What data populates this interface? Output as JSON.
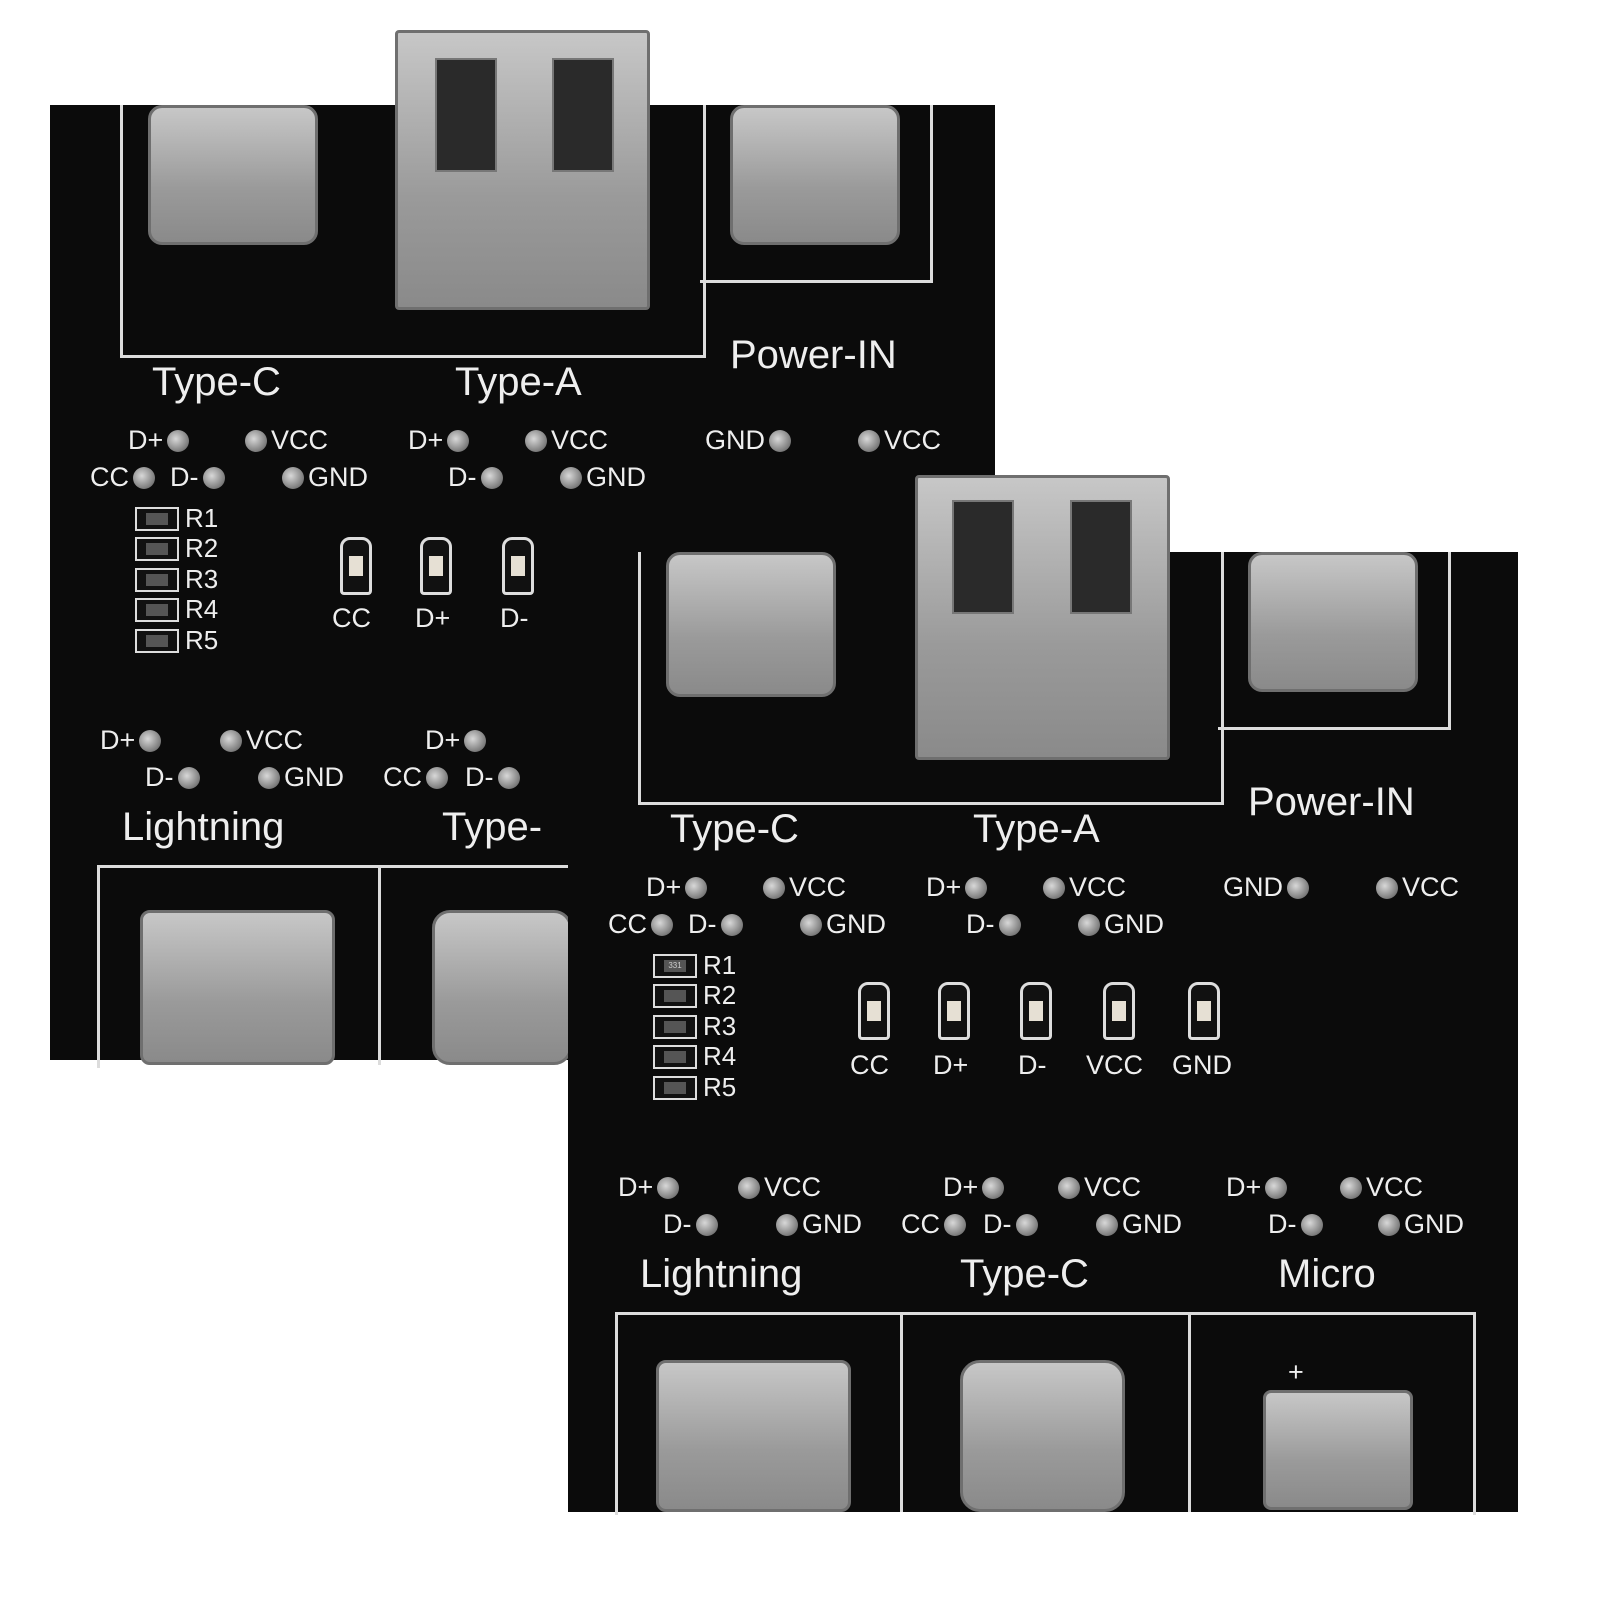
{
  "product": {
    "colors": {
      "board": "#0b0b0b",
      "silkscreen": "#eeeeee",
      "metal": "#b0b0b0",
      "background": "#ffffff"
    }
  },
  "front_board": {
    "top_section_labels": {
      "type_c": "Type-C",
      "type_a": "Type-A",
      "power_in": "Power-IN"
    },
    "top_pins": {
      "type_c": {
        "dplus": "D+",
        "vcc": "VCC",
        "cc": "CC",
        "dminus": "D-",
        "gnd": "GND"
      },
      "type_a": {
        "dplus": "D+",
        "vcc": "VCC",
        "dminus": "D-",
        "gnd": "GND"
      },
      "power": {
        "gnd": "GND",
        "vcc": "VCC"
      }
    },
    "resistors": [
      "R1",
      "R2",
      "R3",
      "R4",
      "R5"
    ],
    "resistor_code": "331",
    "leds": [
      "CC",
      "D+",
      "D-",
      "VCC",
      "GND"
    ],
    "bottom_pins": {
      "lightning": {
        "dplus": "D+",
        "vcc": "VCC",
        "dminus": "D-",
        "gnd": "GND"
      },
      "type_c": {
        "dplus": "D+",
        "vcc": "VCC",
        "cc": "CC",
        "dminus": "D-",
        "gnd": "GND"
      },
      "micro": {
        "dplus": "D+",
        "vcc": "VCC",
        "dminus": "D-",
        "gnd": "GND"
      }
    },
    "bottom_section_labels": {
      "lightning": "Lightning",
      "type_c": "Type-C",
      "micro": "Micro"
    },
    "micro_plus": "+"
  },
  "back_board": {
    "top_section_labels": {
      "type_c": "Type-C",
      "type_a": "Type-A",
      "power_in": "Power-IN"
    },
    "top_pins": {
      "type_c": {
        "dplus": "D+",
        "vcc": "VCC",
        "cc": "CC",
        "dminus": "D-",
        "gnd": "GND"
      },
      "type_a": {
        "dplus": "D+",
        "vcc": "VCC",
        "dminus": "D-",
        "gnd": "GND"
      },
      "power": {
        "gnd": "GND",
        "vcc": "VCC"
      }
    },
    "resistors": [
      "R1",
      "R2",
      "R3",
      "R4",
      "R5"
    ],
    "leds_visible": [
      "CC",
      "D+",
      "D-"
    ],
    "bottom_pins": {
      "lightning": {
        "dplus": "D+",
        "vcc": "VCC",
        "dminus": "D-",
        "gnd": "GND"
      },
      "type_c": {
        "dplus": "D+",
        "cc": "CC",
        "dminus": "D-"
      }
    },
    "bottom_section_labels": {
      "lightning": "Lightning",
      "type_c_partial": "Type-"
    }
  }
}
